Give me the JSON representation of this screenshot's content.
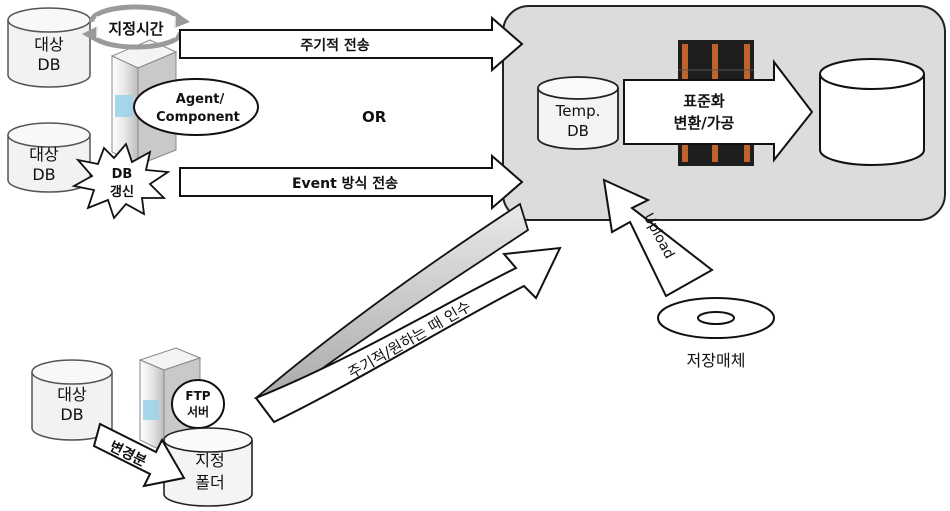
{
  "sources": {
    "db1": {
      "line1": "대상",
      "line2": "DB"
    },
    "db2": {
      "line1": "대상",
      "line2": "DB"
    },
    "db3": {
      "line1": "대상",
      "line2": "DB"
    },
    "schedule_badge": "지정시간",
    "agent_label_1": "Agent/",
    "agent_label_2": "Component",
    "db_update_1": "DB",
    "db_update_2": "갱신",
    "ftp_label_1": "FTP",
    "ftp_label_2": "서버",
    "diff_label": "변경분",
    "folder_line1": "지정",
    "folder_line2": "폴더"
  },
  "flows": {
    "periodic": "주기적 전송",
    "or": "OR",
    "event": "Event 방식 전송",
    "pickup": "주기적/원하는 때 인수",
    "upload": "Upload"
  },
  "target": {
    "temp_db_1": "Temp.",
    "temp_db_2": "DB",
    "transform_1": "표준화",
    "transform_2": "변환/가공"
  },
  "media": {
    "label": "저장매체"
  },
  "colors": {
    "server_box": "#dcdcdc",
    "cylinder": "#f2f2f2",
    "stroke": "#222222",
    "server_rack": "#1e1e1e",
    "rack_accent": "#c0632a"
  }
}
